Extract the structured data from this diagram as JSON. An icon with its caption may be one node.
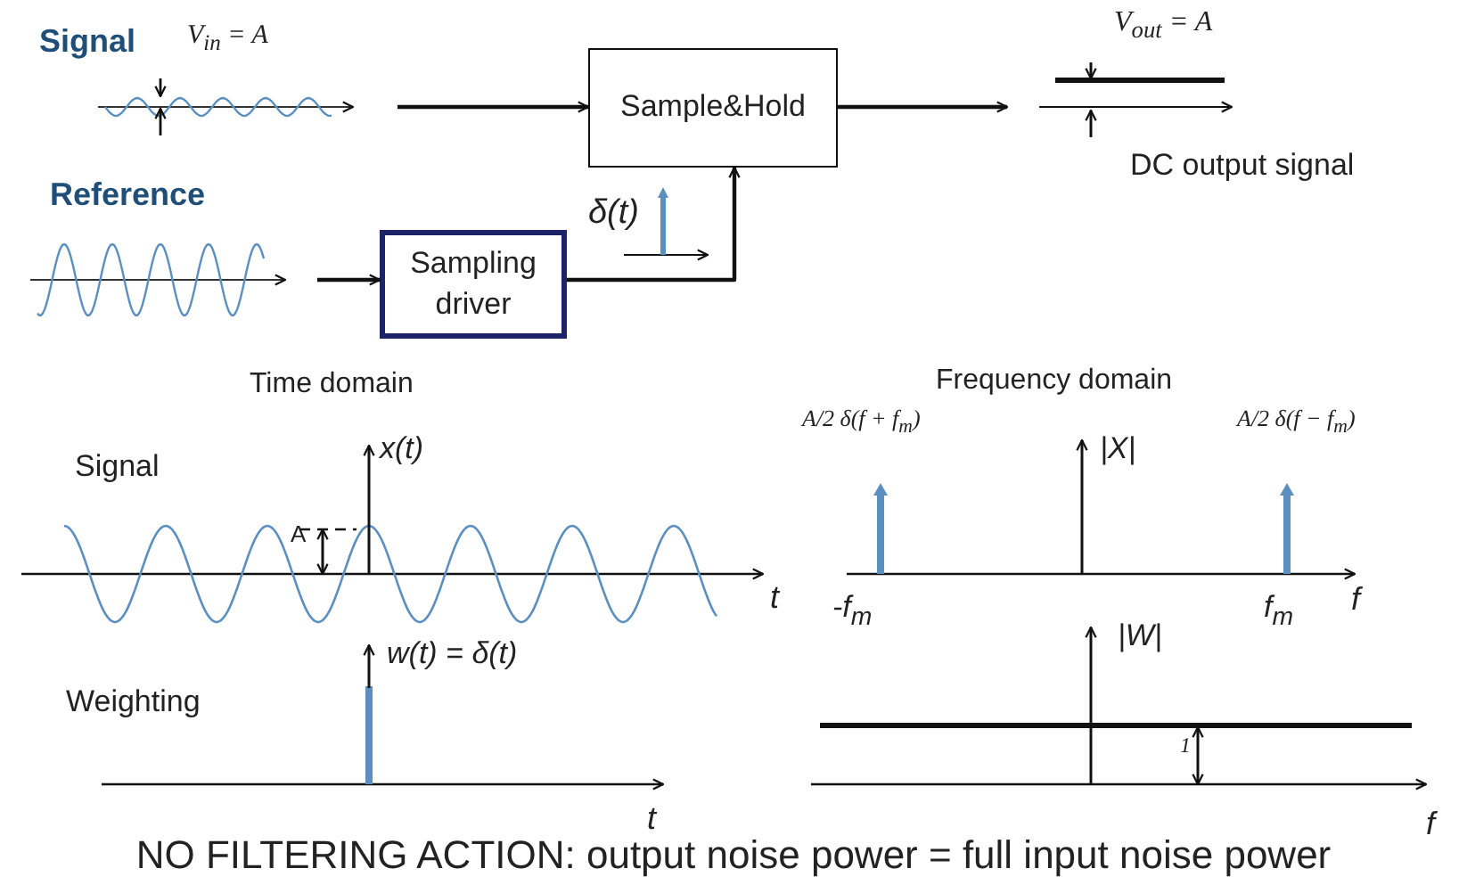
{
  "diagram": {
    "caption": "NO FILTERING ACTION: output noise power = full input noise power",
    "nodes": [
      {
        "text": [
          "Signal"
        ]
      },
      {
        "text": [
          "Sample&Hold"
        ]
      },
      {
        "text": [
          "Reference"
        ]
      },
      {
        "text": [
          "Sampling driver"
        ]
      },
      {
        "text": [],
        "shape": "picture",
        "beside": [
          "V$_{out}$ = A",
          "DC output signal"
        ]
      }
    ],
    "edges": [
      {
        "from": 0,
        "to": 1,
        "arrow": "to"
      },
      {
        "from": 2,
        "to": 3,
        "arrow": "to"
      },
      {
        "from": 3,
        "to": 1,
        "arrow": "to",
        "label": "δ(t)"
      },
      {
        "from": 1,
        "to": 4,
        "arrow": "to"
      }
    ],
    "labels": [
      "V$_{in}$ = A",
      "Time domain",
      "Frequency domain",
      "Signal",
      "x(t)",
      "A/2 δ(f + f$_{m}$)",
      "|X|",
      "A/2 δ(f − f$_{m}$)",
      "A",
      "t",
      "-f$_{m}$",
      "f$_{m}$",
      "f",
      "|W|",
      "w(t) = δ(t)",
      "Weighting",
      "1",
      "t",
      "f"
    ]
  }
}
